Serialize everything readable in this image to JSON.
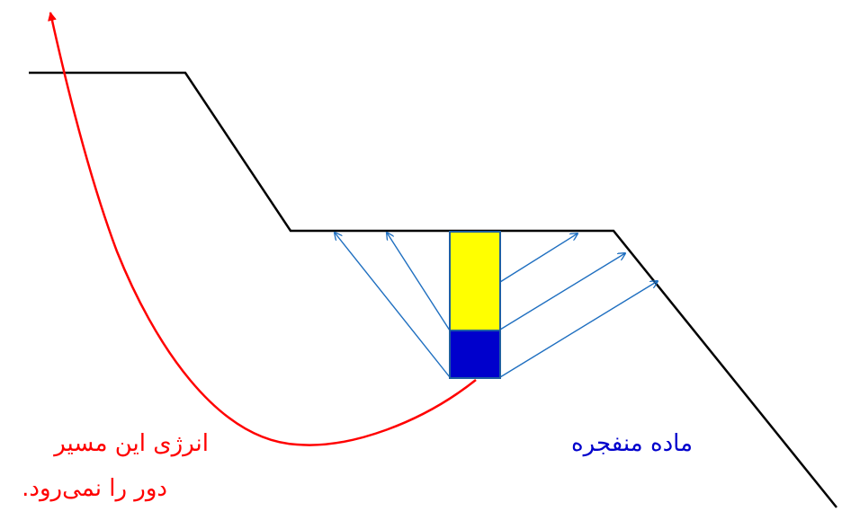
{
  "labels": {
    "explosive_material": "ماده منفجره",
    "energy_line1": "انرژی این مسیر",
    "energy_line2": "دور را نمی‌رود."
  },
  "colors": {
    "terrain": "#000000",
    "energy_path": "#ff0000",
    "arrows": "#1f6fc0",
    "stemming": "#ffff00",
    "charge": "#0000cc",
    "column_border": "#1f5fa0"
  }
}
